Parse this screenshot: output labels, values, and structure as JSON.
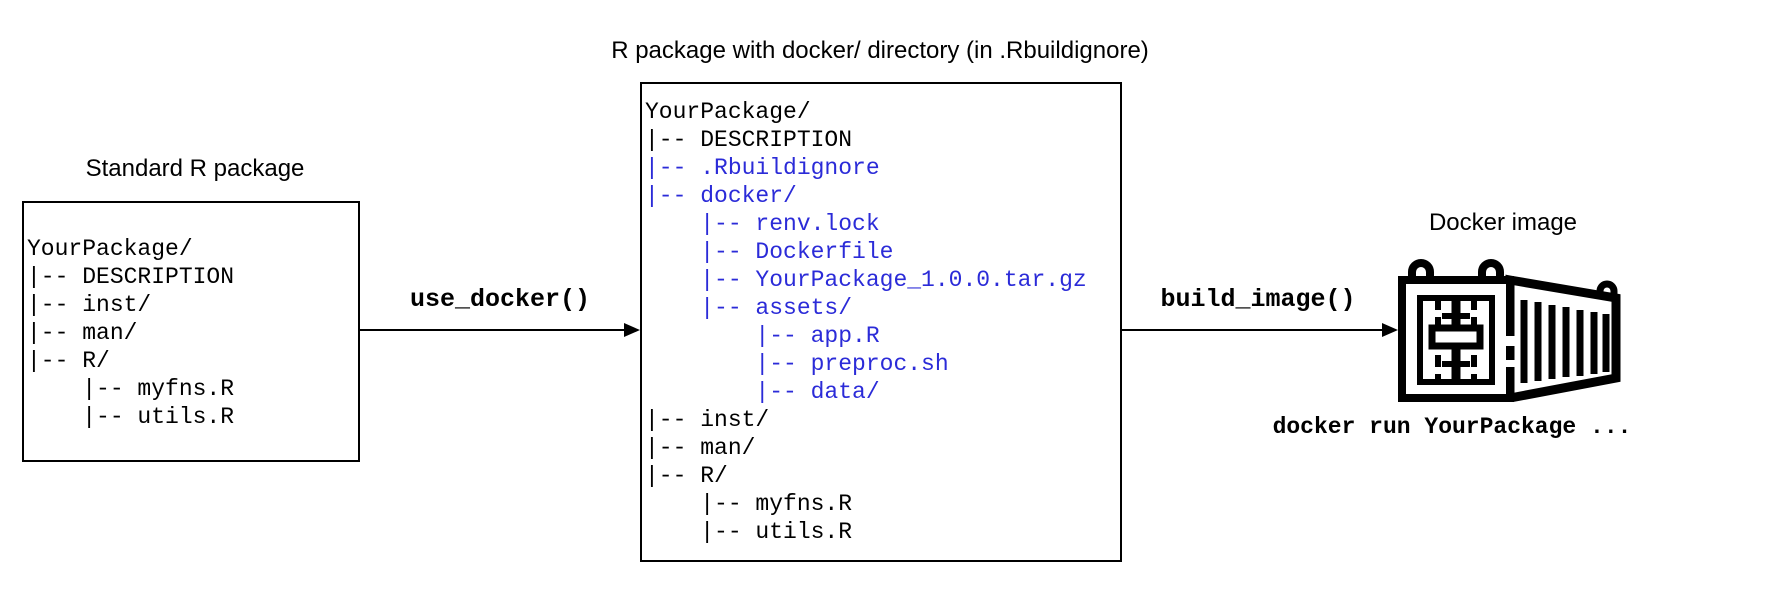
{
  "colors": {
    "ink": "#000000",
    "highlight": "#2B2BD8",
    "background": "#FFFFFF"
  },
  "left_package": {
    "title": "Standard R package",
    "tree": [
      {
        "text": "YourPackage/",
        "highlight": false
      },
      {
        "text": "|-- DESCRIPTION",
        "highlight": false
      },
      {
        "text": "|-- inst/",
        "highlight": false
      },
      {
        "text": "|-- man/",
        "highlight": false
      },
      {
        "text": "|-- R/",
        "highlight": false
      },
      {
        "text": "    |-- myfns.R",
        "highlight": false
      },
      {
        "text": "    |-- utils.R",
        "highlight": false
      }
    ]
  },
  "middle_package": {
    "title": "R package with docker/ directory (in .Rbuildignore)",
    "tree": [
      {
        "text": "YourPackage/",
        "highlight": false
      },
      {
        "text": "|-- DESCRIPTION",
        "highlight": false
      },
      {
        "text": "|-- .Rbuildignore",
        "highlight": true
      },
      {
        "text": "|-- docker/",
        "highlight": true
      },
      {
        "text": "    |-- renv.lock",
        "highlight": true
      },
      {
        "text": "    |-- Dockerfile",
        "highlight": true
      },
      {
        "text": "    |-- YourPackage_1.0.0.tar.gz",
        "highlight": true
      },
      {
        "text": "    |-- assets/",
        "highlight": true
      },
      {
        "text": "        |-- app.R",
        "highlight": true
      },
      {
        "text": "        |-- preproc.sh",
        "highlight": true
      },
      {
        "text": "        |-- data/",
        "highlight": true
      },
      {
        "text": "|-- inst/",
        "highlight": false
      },
      {
        "text": "|-- man/",
        "highlight": false
      },
      {
        "text": "|-- R/",
        "highlight": false
      },
      {
        "text": "    |-- myfns.R",
        "highlight": false
      },
      {
        "text": "    |-- utils.R",
        "highlight": false
      }
    ]
  },
  "arrows": [
    {
      "label": "use_docker()"
    },
    {
      "label": "build_image()"
    }
  ],
  "docker": {
    "title": "Docker image",
    "caption": "docker run YourPackage ...",
    "icon": "shipping-container-icon"
  }
}
